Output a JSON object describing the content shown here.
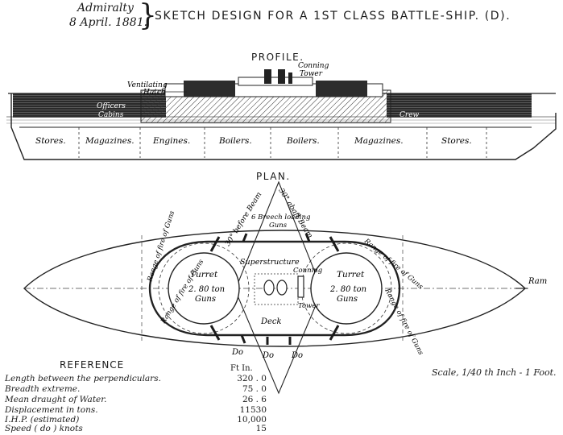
{
  "header": {
    "org": "Admiralty",
    "date": "8 April. 1881.",
    "title": "SKETCH DESIGN FOR A 1ST CLASS BATTLE-SHIP. (D)."
  },
  "profile": {
    "heading": "PROFILE.",
    "labels": {
      "conning": "Conning",
      "tower": "Tower",
      "ventilating": "Ventilating",
      "hatch": "Hatch",
      "deck_a": "Officers",
      "deck_b": "Cabins",
      "deck_c": "Crew"
    },
    "compartments": [
      "Stores.",
      "Magazines.",
      "Engines.",
      "Boilers.",
      "Boilers.",
      "Magazines.",
      "Stores."
    ]
  },
  "plan": {
    "heading": "PLAN.",
    "labels": {
      "fore_beam": "30° before Beam",
      "abaft_beam": "30° abaft Beam",
      "breech_guns_1": "6 Breech loading",
      "breech_guns_2": "Guns",
      "superstructure": "Superstructure",
      "turret_left": "Turret",
      "guns_left_1": "2. 80 ton",
      "guns_left_2": "Guns",
      "turret_right": "Turret",
      "guns_right_1": "2. 80 ton",
      "guns_right_2": "Guns",
      "conning": "Conning",
      "tower": "Tower",
      "deck": "Deck",
      "ditto_1": "Do",
      "ditto_2": "Do",
      "ditto_3": "Do",
      "range_1": "Range of fire of Guns",
      "range_2": "Range of fire of Guns",
      "range_3": "Range of fire of Guns",
      "range_4": "Range of fire of Guns",
      "ram": "Ram"
    }
  },
  "reference": {
    "title": "REFERENCE",
    "units": "Ft    In.",
    "rows": [
      {
        "label": "Length between the perpendiculars.",
        "value": "320 . 0"
      },
      {
        "label": "Breadth extreme.",
        "value": "75 . 0"
      },
      {
        "label": "Mean draught of Water.",
        "value": "26 . 6"
      },
      {
        "label": "Displacement in tons.",
        "value": "11530"
      },
      {
        "label": "I.H.P. (estimated)",
        "value": "10,000"
      },
      {
        "label": "Speed     ( do )       knots",
        "value": "15"
      }
    ]
  },
  "scale": "Scale, 1/40 th Inch - 1 Foot."
}
